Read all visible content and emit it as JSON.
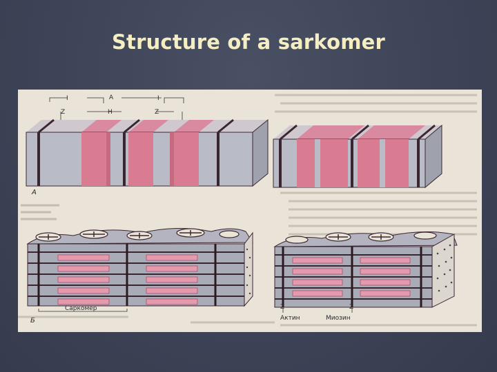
{
  "slide": {
    "title": "Structure of a sarkomer"
  },
  "figure": {
    "labels_top": {
      "I_left": "I",
      "A": "A",
      "I_right": "I",
      "Z_left": "Z",
      "H": "H",
      "Z_right": "Z"
    },
    "panel_a": "А",
    "panel_b": "Б",
    "sarcomere_label": "Саркомер",
    "actin_label": "Актин",
    "myosin_label": "Миозин",
    "z_bottom_left": "Z",
    "z_bottom_right": "Z"
  },
  "colors": {
    "background": "#40465a",
    "title": "#f4eec2",
    "paper": "#e9e3d8",
    "band_pink": "#d97c92",
    "band_grey": "#b9bcc7",
    "z_line": "#3a2630"
  }
}
